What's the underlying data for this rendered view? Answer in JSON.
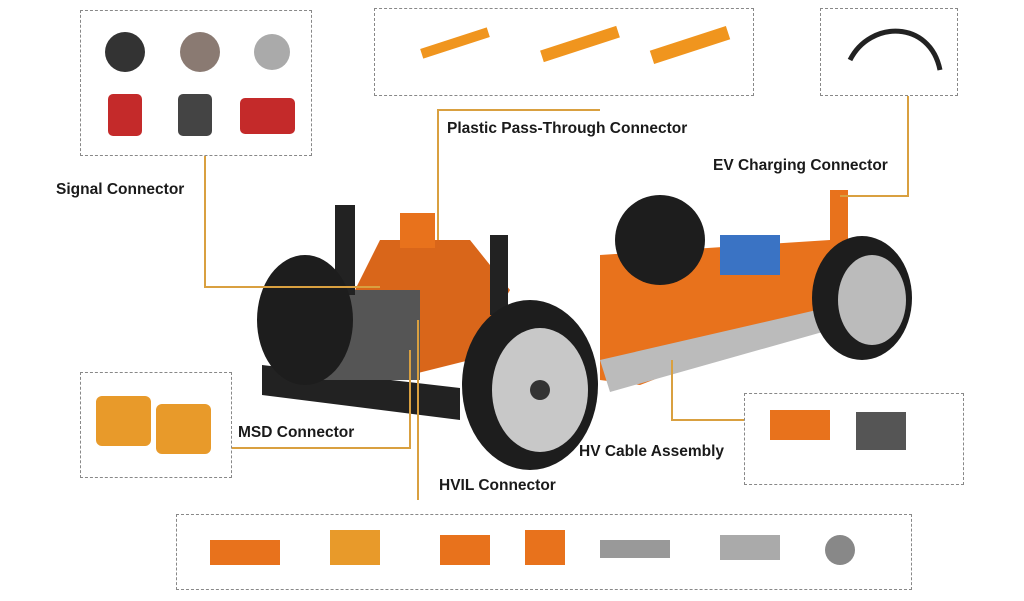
{
  "labels": {
    "signal": "Signal Connector",
    "pass_through": "Plastic Pass-Through Connector",
    "ev_charging": "EV Charging Connector",
    "msd": "MSD Connector",
    "hv_cable": "HV Cable Assembly",
    "hvil": "HVIL Connector"
  },
  "colors": {
    "leader": "#d9a040",
    "orange": "#e8721c",
    "dark": "#2a2a2a"
  }
}
